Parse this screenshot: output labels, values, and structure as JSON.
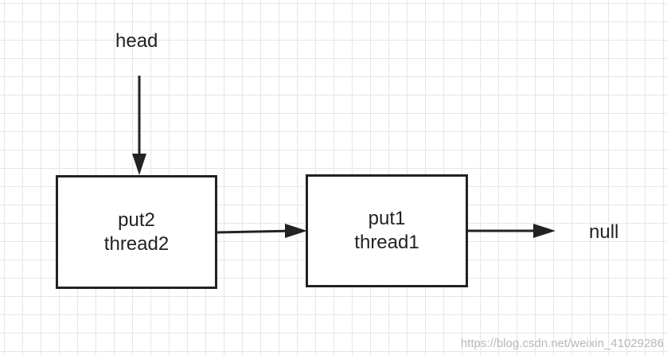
{
  "diagram": {
    "head_label": "head",
    "null_label": "null",
    "nodes": [
      {
        "id": "node-put2",
        "line1": "put2",
        "line2": "thread2"
      },
      {
        "id": "node-put1",
        "line1": "put1",
        "line2": "thread1"
      }
    ],
    "edges": [
      {
        "from": "head",
        "to": "node-put2"
      },
      {
        "from": "node-put2",
        "to": "node-put1"
      },
      {
        "from": "node-put1",
        "to": "null"
      }
    ]
  },
  "watermark": "https://blog.csdn.net/weixin_41029286",
  "colors": {
    "stroke": "#222222",
    "grid": "#e6e6e6",
    "background": "#ffffff",
    "watermark": "#b8b8b8"
  }
}
